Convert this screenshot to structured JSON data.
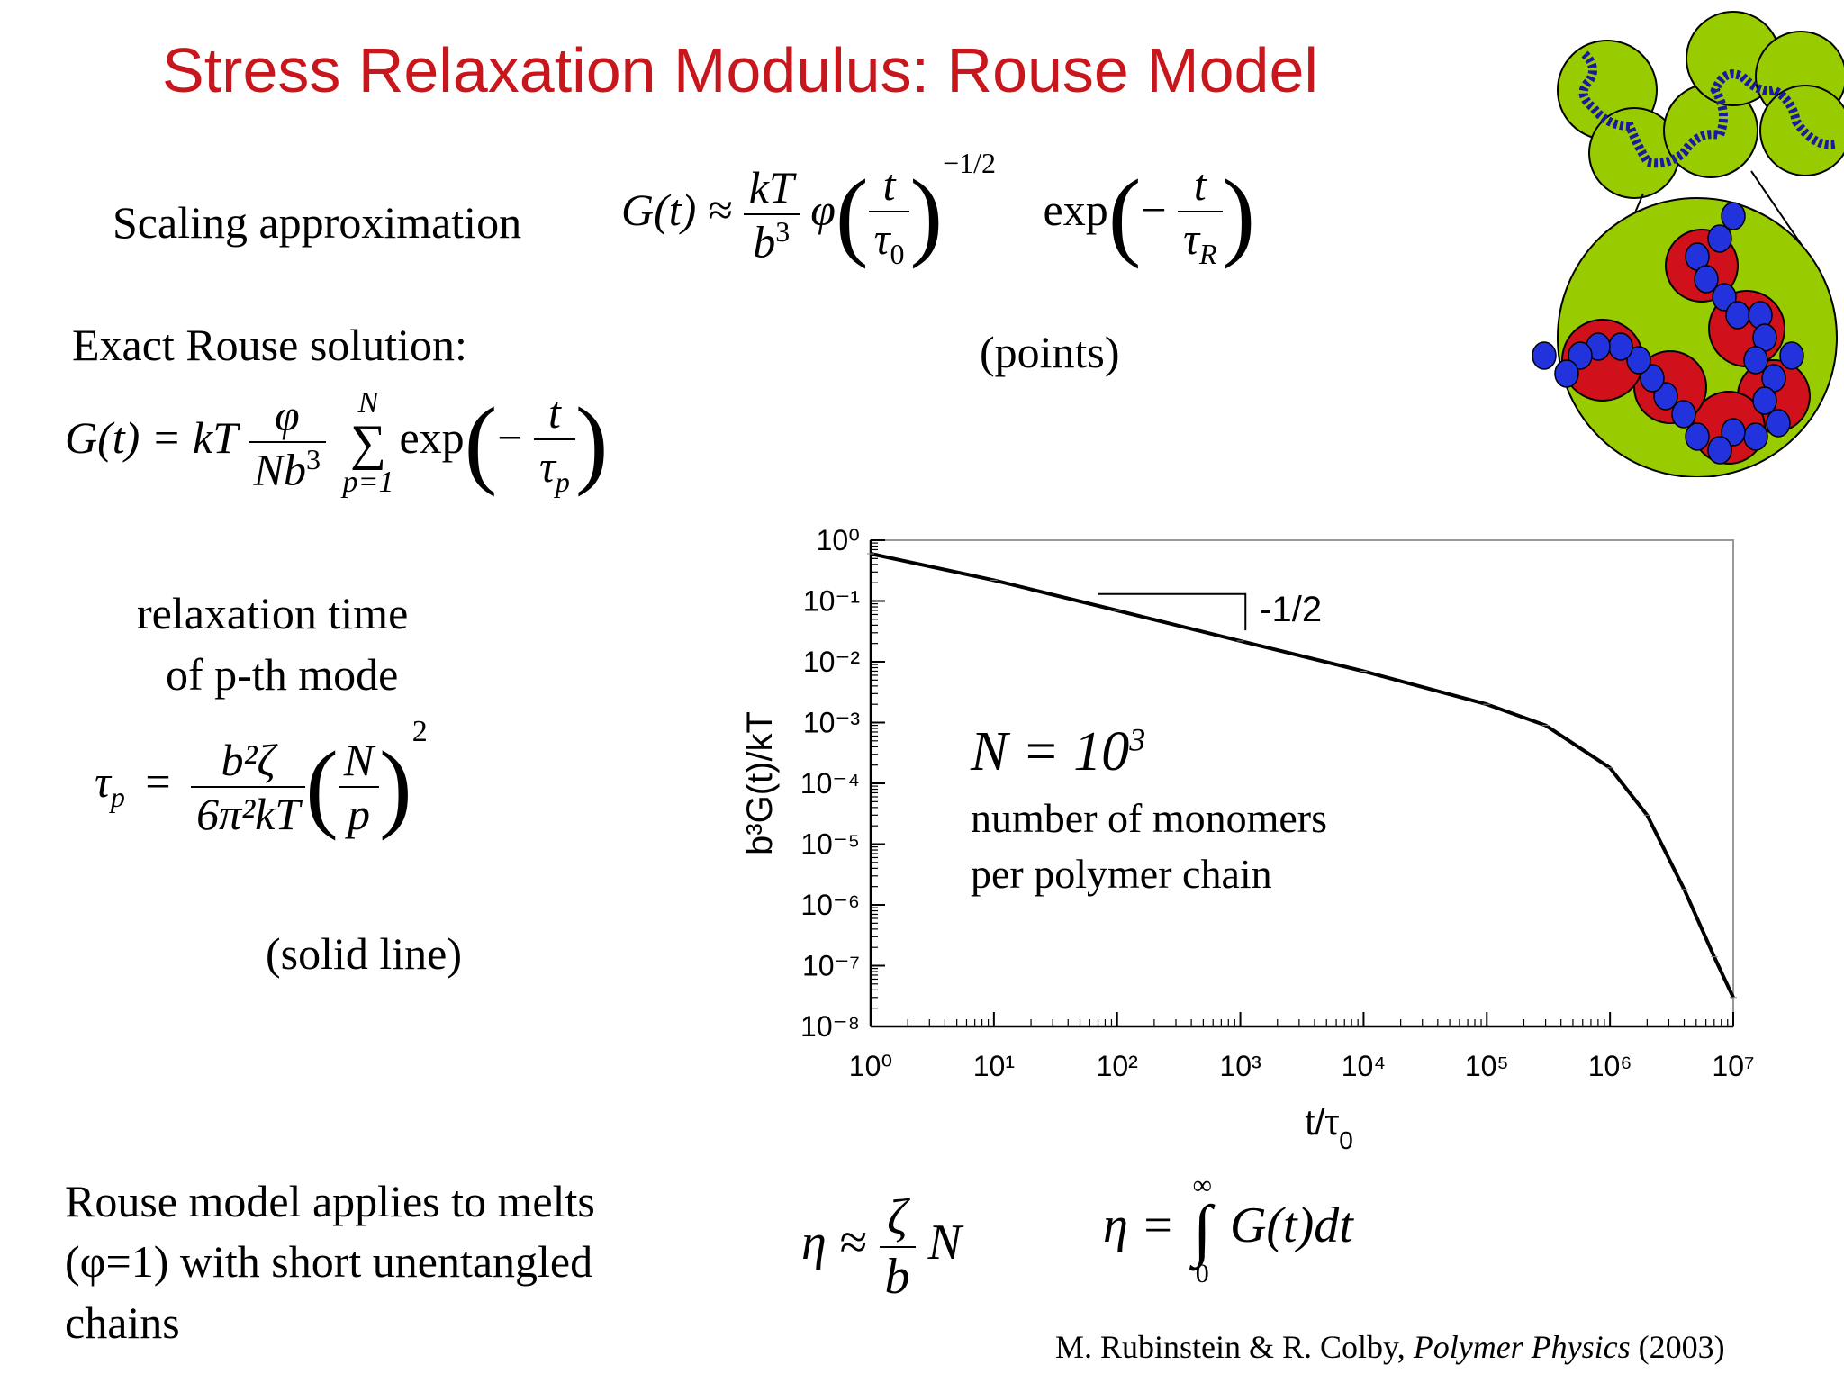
{
  "title": "Stress Relaxation Modulus: Rouse Model",
  "scaling": {
    "label": "Scaling approximation",
    "lhs": "G(t) ≈",
    "num": "kT",
    "den": "b",
    "den_sup": "3",
    "phi": "φ",
    "t1": "t",
    "tau0": "τ",
    "tau0_sub": "0",
    "exponent": "−1/2",
    "exp": "exp",
    "minus": "−",
    "t2": "t",
    "tauR": "τ",
    "tauR_sub": "R",
    "note": "(points)"
  },
  "exact": {
    "label": "Exact Rouse solution:",
    "lhs": "G(t) = kT",
    "num": "φ",
    "den": "Nb",
    "den_sup": "3",
    "sum_top": "N",
    "sum": "∑",
    "sum_bottom": "p=1",
    "exp": "exp",
    "minus": "−",
    "t": "t",
    "taup": "τ",
    "taup_sub": "p"
  },
  "relax": {
    "line1": "relaxation time",
    "line2": "of p-th mode",
    "lhs": "τ",
    "lhs_sub": "p",
    "eq": "=",
    "num": "b²ζ",
    "den": "6π²kT",
    "N": "N",
    "p": "p",
    "sup": "2",
    "note": "(solid line)"
  },
  "footer": {
    "line1": "Rouse model applies to melts",
    "line2": "(φ=1) with short unentangled",
    "line3": "chains",
    "eta1_lhs": "η ≈",
    "eta1_num": "ζ",
    "eta1_den": "b",
    "eta1_rhs": "N",
    "eta2_lhs": "η =",
    "eta2_int": "∫",
    "eta2_top": "∞",
    "eta2_bottom": "0",
    "eta2_rhs": "G(t)dt",
    "ref_authors": "M. Rubinstein & R. Colby, ",
    "ref_book": "Polymer Physics",
    "ref_year": " (2003)"
  },
  "chart_data": {
    "type": "line",
    "xlabel": "t/τ",
    "xlabel_sub": "0",
    "ylabel": "b³G(t)/kT",
    "xscale": "log",
    "yscale": "log",
    "xlim": [
      1,
      10000000
    ],
    "ylim": [
      1e-08,
      1
    ],
    "x_ticks": [
      "10⁰",
      "10¹",
      "10²",
      "10³",
      "10⁴",
      "10⁵",
      "10⁶",
      "10⁷"
    ],
    "y_ticks": [
      "10⁰",
      "10⁻¹",
      "10⁻²",
      "10⁻³",
      "10⁻⁴",
      "10⁻⁵",
      "10⁻⁶",
      "10⁻⁷",
      "10⁻⁸"
    ],
    "slope_label": "-1/2",
    "annotation_N": "N = 10",
    "annotation_N_sup": "3",
    "annotation_line1": "number of monomers",
    "annotation_line2": "per polymer chain",
    "series": [
      {
        "x": [
          1,
          10,
          100,
          1000,
          10000,
          100000,
          300000,
          1000000,
          2000000,
          4000000,
          7000000,
          10000000
        ],
        "y": [
          0.6,
          0.22,
          0.07,
          0.022,
          0.007,
          0.002,
          0.0009,
          0.00018,
          3e-05,
          1.8e-06,
          1.4e-07,
          3e-08
        ]
      }
    ]
  }
}
